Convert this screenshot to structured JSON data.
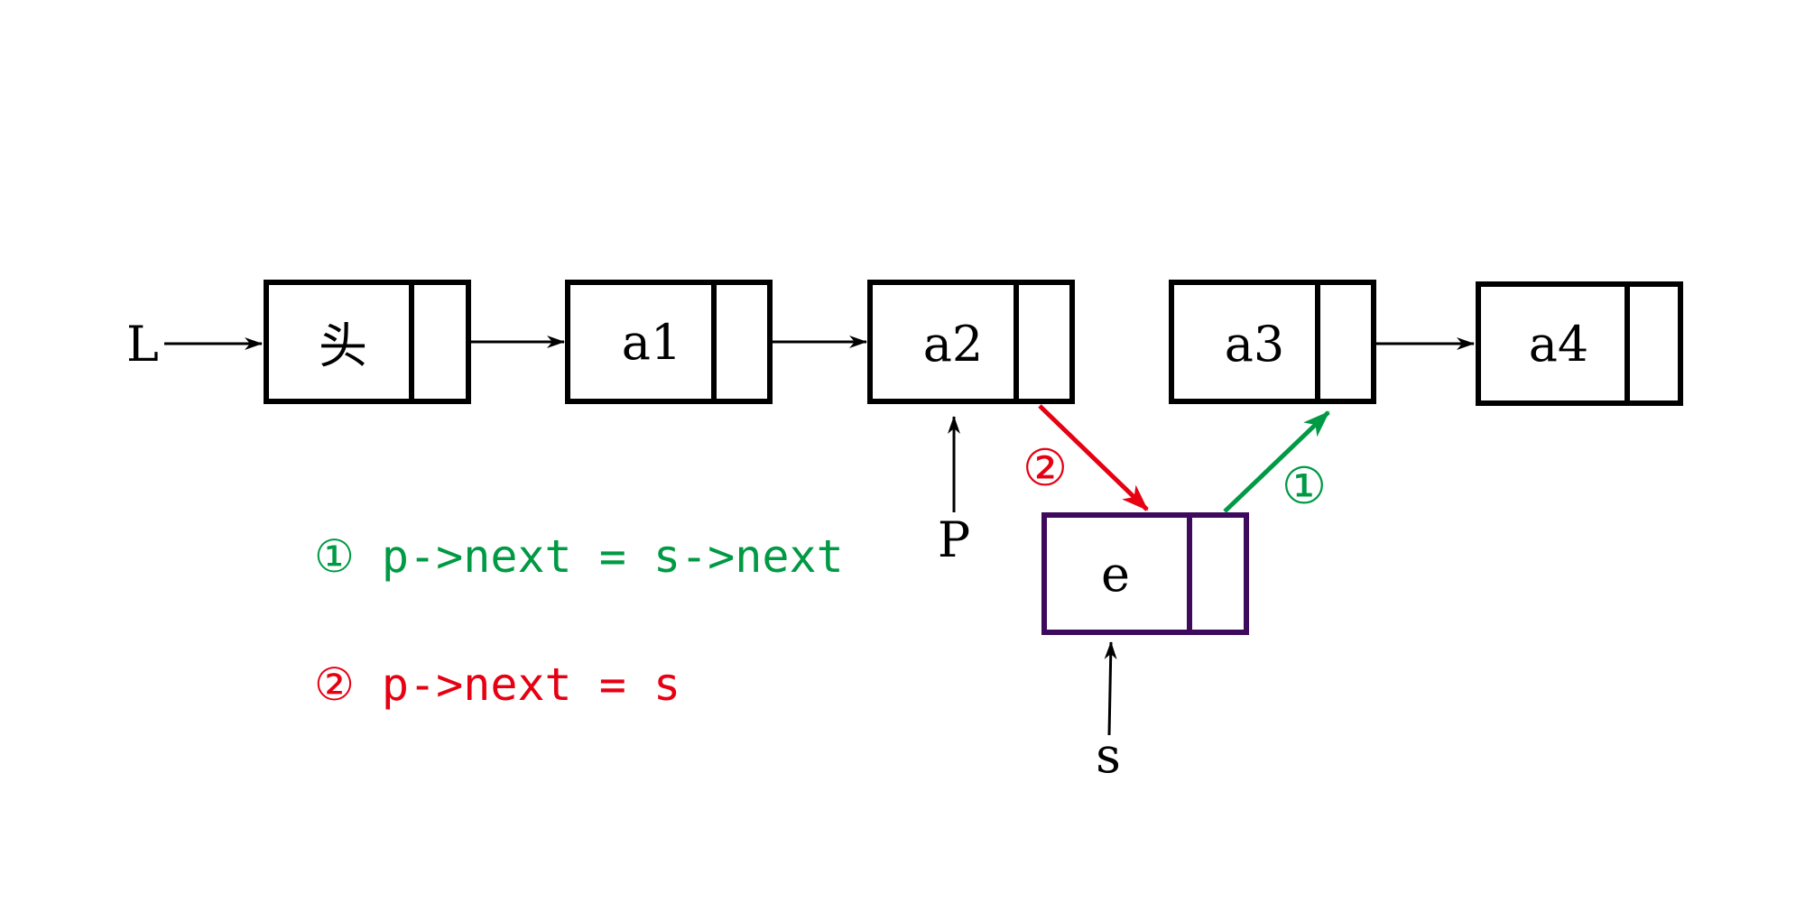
{
  "colors": {
    "black": "#000000",
    "green": "#009944",
    "red": "#e60012",
    "purple": "#3d0a5c"
  },
  "nodes": {
    "head": "头",
    "a1": "a1",
    "a2": "a2",
    "a3": "a3",
    "a4": "a4",
    "e": "e"
  },
  "labels": {
    "L": "L",
    "P": "P",
    "s": "s"
  },
  "steps": {
    "step1_num": "①",
    "step2_num": "②"
  },
  "formulas": {
    "f1": "① p->next = s->next",
    "f2": "② p->next = s"
  }
}
